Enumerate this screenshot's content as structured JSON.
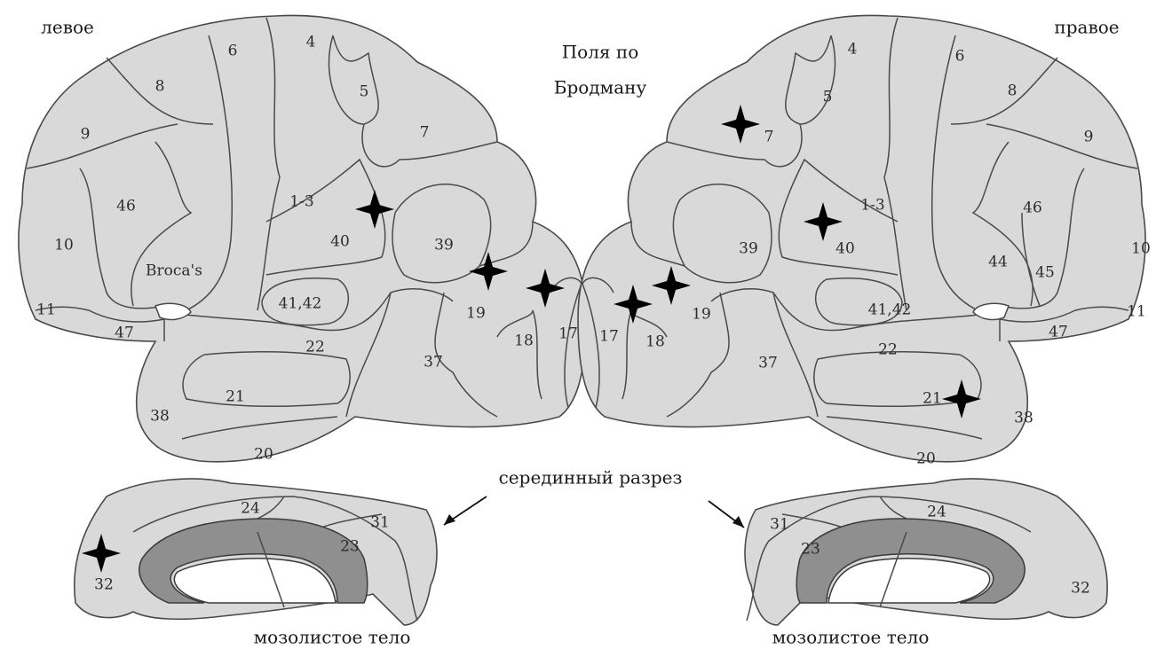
{
  "captions": {
    "left_hemisphere": "левое",
    "right_hemisphere": "правое",
    "title_line1": "Поля по",
    "title_line2": "Бродману",
    "midsagittal": "серединный разрез",
    "callosum_left": "мозолистое тело",
    "callosum_right": "мозолистое тело"
  },
  "left_lateral": {
    "f6": "6",
    "f4": "4",
    "f8": "8",
    "f5": "5",
    "f9": "9",
    "f7": "7",
    "f46": "46",
    "f13": "1-3",
    "f10": "10",
    "f40": "40",
    "f39": "39",
    "broca": "Broca's",
    "f11": "11",
    "f4142": "41,42",
    "f19": "19",
    "f47": "47",
    "f22": "22",
    "f18": "18",
    "f17": "17",
    "f37": "37",
    "f21": "21",
    "f38": "38",
    "f20": "20"
  },
  "right_lateral": {
    "f4": "4",
    "f6": "6",
    "f5": "5",
    "f8": "8",
    "f7": "7",
    "f9": "9",
    "f13": "1-3",
    "f46": "46",
    "f39": "39",
    "f40": "40",
    "f44": "44",
    "f45": "45",
    "f10": "10",
    "f4142": "41,42",
    "f19": "19",
    "f11": "11",
    "f17": "17",
    "f18": "18",
    "f47": "47",
    "f22": "22",
    "f37": "37",
    "f21": "21",
    "f38": "38",
    "f20": "20"
  },
  "left_medial": {
    "f24": "24",
    "f31": "31",
    "f23": "23",
    "f32": "32"
  },
  "right_medial": {
    "f31": "31",
    "f24": "24",
    "f23": "23",
    "f32": "32"
  }
}
